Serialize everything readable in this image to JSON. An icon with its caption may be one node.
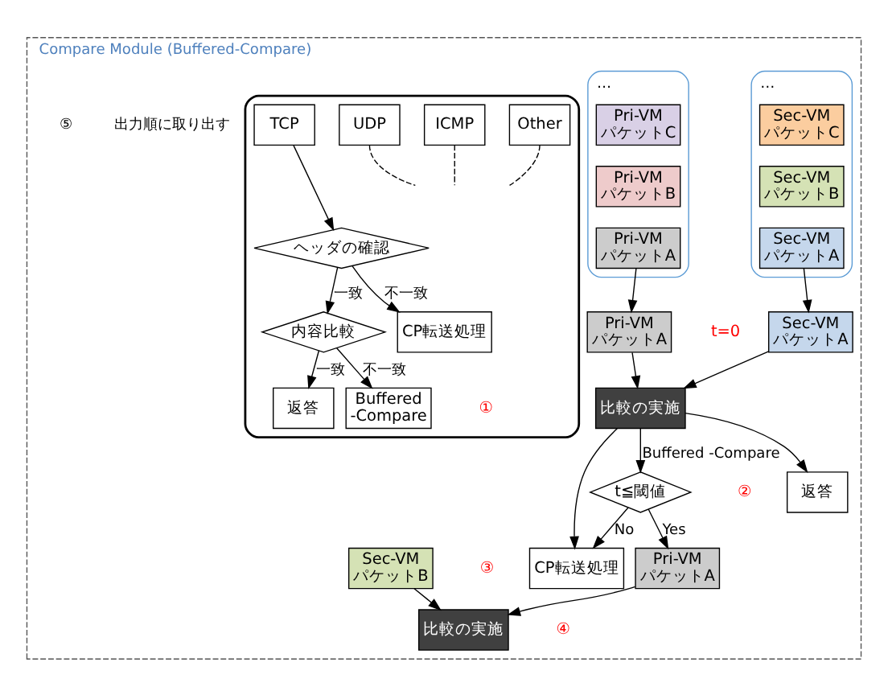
{
  "diagram": {
    "nodes": [
      {
        "text": [
          "Compare Module (Buffered-Compare)"
        ]
      },
      {
        "text": [
          "…"
        ],
        "in": 0
      },
      {
        "text": [
          "Pri-VM パケットC"
        ],
        "in": 1
      },
      {
        "text": [
          "Pri-VM パケットB"
        ],
        "in": 1
      },
      {
        "text": [
          "Pri-VM パケットA"
        ],
        "in": 1
      },
      {
        "text": [
          "…"
        ],
        "in": 0
      },
      {
        "text": [
          "Sec-VM パケットC"
        ],
        "in": 5
      },
      {
        "text": [
          "Sec-VM パケットB"
        ],
        "in": 5
      },
      {
        "text": [
          "Sec-VM パケットA"
        ],
        "in": 5
      },
      {
        "text": [
          "Pri-VM パケットA"
        ],
        "in": 0,
        "beside": [
          "t=0"
        ]
      },
      {
        "text": [
          "Sec-VM パケットA"
        ],
        "in": 0
      },
      {
        "text": [
          "比較の実施"
        ],
        "in": 0
      },
      {
        "text": [],
        "shape": "box",
        "in": 0
      },
      {
        "text": [
          "TCP"
        ],
        "in": 12
      },
      {
        "text": [
          "UDP"
        ],
        "in": 12
      },
      {
        "text": [
          "ICMP"
        ],
        "in": 12
      },
      {
        "text": [
          "Other"
        ],
        "in": 12
      },
      {
        "text": [
          "ヘッダの確認"
        ],
        "in": 12
      },
      {
        "text": [
          "内容比較"
        ],
        "in": 12
      },
      {
        "text": [
          "返答"
        ],
        "in": 12
      },
      {
        "text": [
          "Buffered -Compare"
        ],
        "in": 12,
        "beside": [
          "①"
        ]
      },
      {
        "text": [
          "CP転送処理"
        ],
        "in": 12
      },
      {
        "text": [
          "t≦閾値"
        ],
        "in": 0,
        "beside": [
          "②"
        ]
      },
      {
        "text": [
          "Pri-VM パケットA"
        ],
        "in": 0
      },
      {
        "text": [
          "Sec-VM パケットB"
        ],
        "in": 0,
        "beside": [
          "③"
        ]
      },
      {
        "text": [
          "比較の実施"
        ],
        "in": 0,
        "beside": [
          "④"
        ]
      },
      {
        "text": [
          "返答"
        ],
        "in": 0
      },
      {
        "text": [
          "CP転送処理"
        ],
        "in": 0
      }
    ],
    "edges": [
      {
        "from": 4,
        "to": 9,
        "arrow": "to"
      },
      {
        "from": 8,
        "to": 10,
        "arrow": "to"
      },
      {
        "from": 9,
        "to": 11,
        "arrow": "to"
      },
      {
        "from": 10,
        "to": 11,
        "arrow": "to"
      },
      {
        "from": 13,
        "to": 17,
        "arrow": "to"
      },
      {
        "from": 14,
        "to": null,
        "arrow": "none",
        "style": "dashed"
      },
      {
        "from": 15,
        "to": null,
        "arrow": "none",
        "style": "dashed"
      },
      {
        "from": 16,
        "to": null,
        "arrow": "none",
        "style": "dashed"
      },
      {
        "from": 17,
        "to": 18,
        "arrow": "to",
        "label": "一致"
      },
      {
        "from": 17,
        "to": 21,
        "arrow": "to",
        "label": "不一致"
      },
      {
        "from": 18,
        "to": 19,
        "arrow": "to",
        "label": "一致"
      },
      {
        "from": 18,
        "to": 20,
        "arrow": "to",
        "label": "不一致"
      },
      {
        "from": 11,
        "to": 26,
        "arrow": "to"
      },
      {
        "from": 11,
        "to": 27,
        "arrow": "to"
      },
      {
        "from": 11,
        "to": 22,
        "arrow": "to",
        "label": "Buffered -Compare"
      },
      {
        "from": 22,
        "to": 27,
        "arrow": "to",
        "label": "No"
      },
      {
        "from": 22,
        "to": 23,
        "arrow": "to",
        "label": "Yes"
      },
      {
        "from": 23,
        "to": 25,
        "arrow": "to"
      },
      {
        "from": 24,
        "to": 25,
        "arrow": "to"
      }
    ],
    "labels": [
      "出力順に取り出す",
      "⑤"
    ]
  }
}
